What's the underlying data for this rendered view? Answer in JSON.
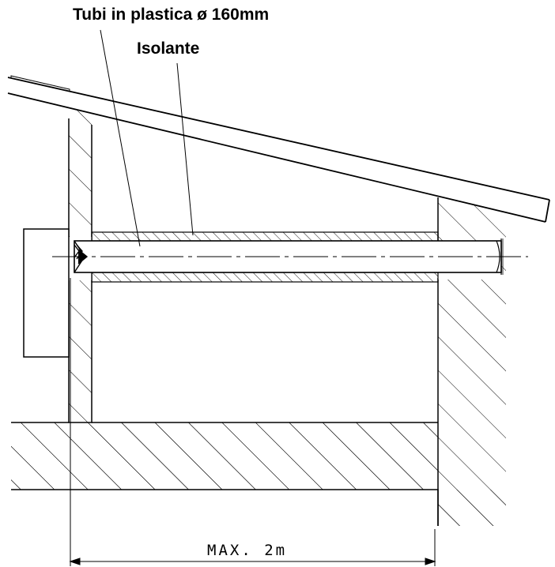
{
  "labels": {
    "pipes": "Tubi in plastica ø 160mm",
    "insulation": "Isolante",
    "max_length": "MAX. 2m"
  },
  "colors": {
    "line": "#000000",
    "background": "#ffffff"
  }
}
